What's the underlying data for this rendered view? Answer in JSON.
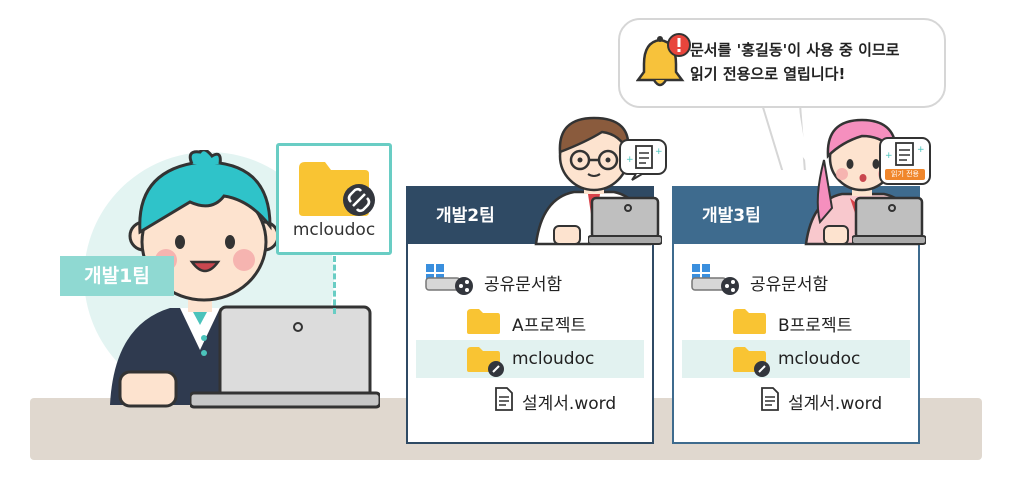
{
  "team1": {
    "label": "개발1팀"
  },
  "shared_card": {
    "label": "mcloudoc"
  },
  "team2": {
    "label": "개발2팀",
    "root": "공유문서함",
    "folder": "A프로젝트",
    "shared": "mcloudoc",
    "file": "설계서.word"
  },
  "team3": {
    "label": "개발3팀",
    "root": "공유문서함",
    "folder": "B프로젝트",
    "shared": "mcloudoc",
    "file": "설계서.word"
  },
  "notice": {
    "line1": "문서를 '홍길동'이 사용 중 이므로",
    "line2": "읽기 전용으로 열립니다!"
  },
  "doc_badge": {
    "label": "읽기 전용"
  },
  "colors": {
    "accent_teal": "#69cdc4",
    "panel_dark": "#2f4a64",
    "panel_blue": "#3e6b8e",
    "folder_yellow": "#f9c433",
    "bell_yellow": "#f7c23b",
    "alert_red": "#e8453c"
  }
}
